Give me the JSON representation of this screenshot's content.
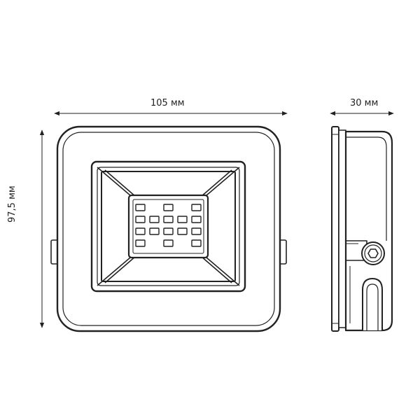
{
  "dimensions": {
    "width": "105 мм",
    "depth": "30 мм",
    "height": "97,5 мм"
  },
  "colors": {
    "stroke": "#222222",
    "background": "#ffffff"
  },
  "led_module": {
    "rows": [
      3,
      5,
      5,
      3
    ]
  }
}
